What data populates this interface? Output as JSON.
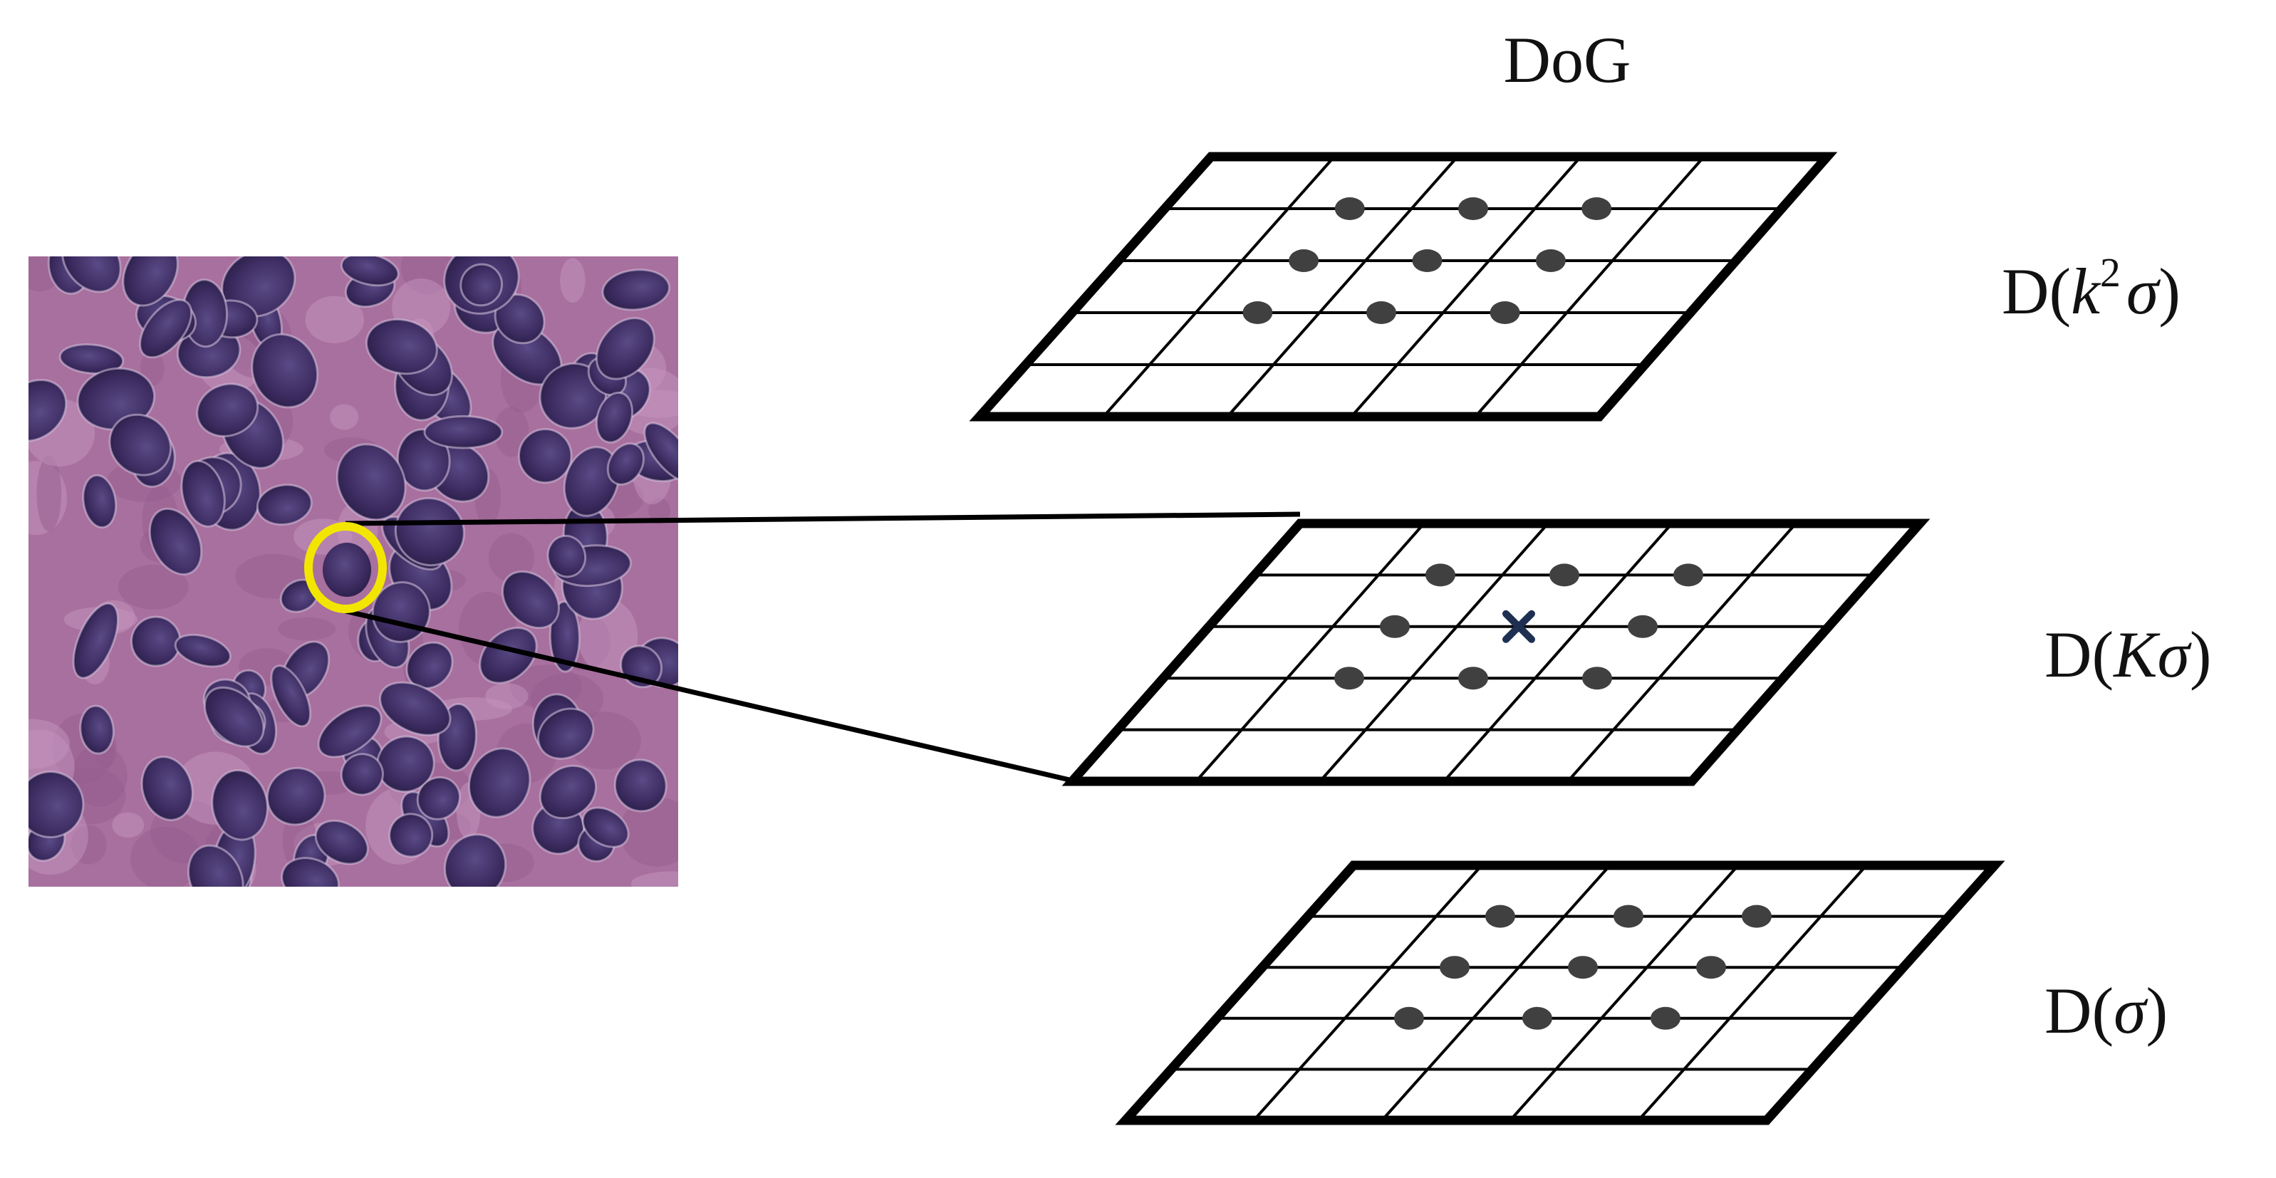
{
  "title": "DoG",
  "layers": [
    {
      "id": "top",
      "label_prefix": "D(",
      "label_var": "k",
      "label_sup": "2",
      "label_sigma": "σ",
      "label_suffix": ")",
      "sample_points": 9,
      "marker": "none"
    },
    {
      "id": "middle",
      "label_prefix": "D(",
      "label_var": "K",
      "label_sup": "",
      "label_sigma": "σ",
      "label_suffix": ")",
      "sample_points": 8,
      "marker": "x-mark"
    },
    {
      "id": "bottom",
      "label_prefix": "D(",
      "label_var": "",
      "label_sup": "",
      "label_sigma": "σ",
      "label_suffix": ")",
      "sample_points": 9,
      "marker": "none"
    }
  ],
  "grid": {
    "rows": 5,
    "cols": 5
  },
  "highlight": {
    "shape": "circle",
    "color": "#f2e600"
  },
  "colors": {
    "grid_line": "#000000",
    "point": "#404040",
    "x_mark": "#1e2f52",
    "tissue_background": "#a8709e",
    "cell_nucleus": "#3a2a5e",
    "connector": "#000000"
  }
}
